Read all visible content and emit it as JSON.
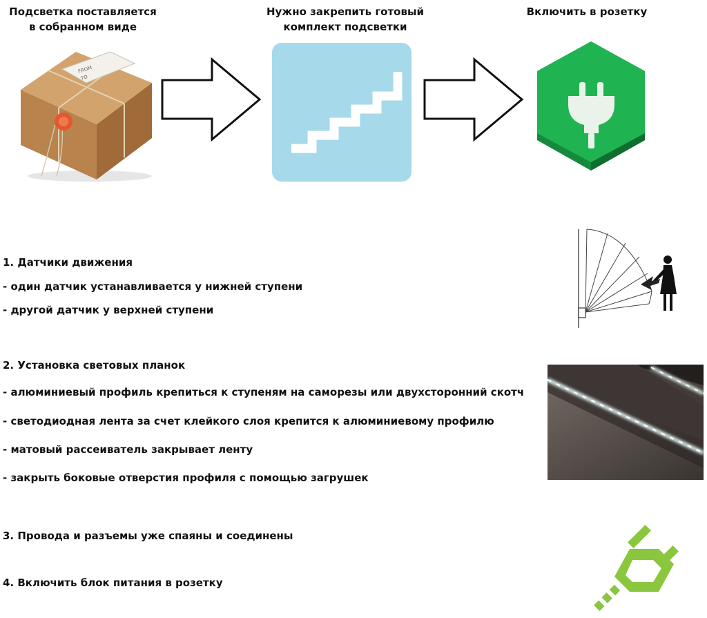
{
  "steps": {
    "step1_caption": "Подсветка поставляется\nв собранном виде",
    "step2_caption": "Нужно закрепить готовый\nкомплект подсветки",
    "step3_caption": "Включить в розетку"
  },
  "sections": {
    "sensors": {
      "title": "1. Датчики движения",
      "items": [
        "- один датчик устанавливается у нижней ступени",
        "- другой датчик у верхней ступени"
      ]
    },
    "bars": {
      "title": "2. Установка световых планок",
      "items": [
        "- алюминиевый профиль крепиться к ступеням на саморезы или двухсторонний скотч",
        "- светодиодная лента за счет клейкого слоя крепится к алюминиевому профилю",
        "- матовый рассеиватель закрывает ленту",
        "- закрыть боковые отверстия профиля с помощью загрушек"
      ]
    },
    "wires": {
      "title": "3. Провода и разъемы уже спаяны и соединены"
    },
    "power": {
      "title": "4. Включить блок питания в розетку"
    }
  },
  "package_label": {
    "from": "FROM",
    "to": "TO"
  },
  "icons": {
    "box": "parcel-box-icon",
    "arrow": "right-arrow-icon",
    "stairs": "stairs-icon",
    "plug": "power-plug-icon",
    "sensor": "motion-sensor-diagram-icon",
    "led": "led-strip-photo",
    "connector": "green-connector-icon"
  },
  "colors": {
    "stairs_bg": "#a6d9ea",
    "hex_green": "#1fb451",
    "hex_green_dark": "#168a3c",
    "connector_green": "#8bc63f",
    "cardboard": "#c9955e"
  }
}
